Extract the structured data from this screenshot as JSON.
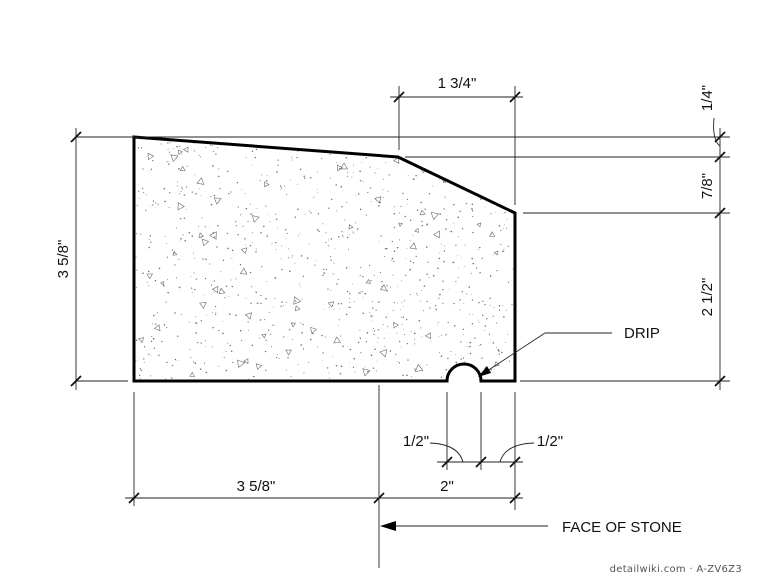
{
  "dimensions": {
    "top_run": "1 3/4\"",
    "top_rise": "1/4\"",
    "slope_rise": "7/8\"",
    "right_height": "2 1/2\"",
    "total_height": "3 5/8\"",
    "bottom_length": "3 5/8\"",
    "overhang": "2\"",
    "drip_offset_left": "1/2\"",
    "drip_offset_right": "1/2\""
  },
  "labels": {
    "drip": "DRIP",
    "face_of_stone": "FACE OF STONE"
  },
  "credit": "detailwiki.com · A-ZV6Z3",
  "colors": {
    "line": "#000000",
    "stipple": "#6a6a6a",
    "background": "#ffffff"
  }
}
